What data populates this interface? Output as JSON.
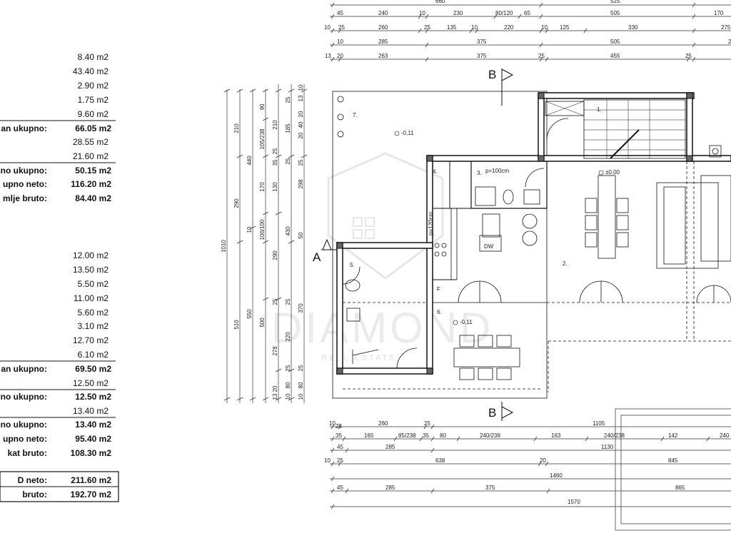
{
  "area_table": {
    "group1_rows": [
      "8.40 m2",
      "43.40 m2",
      "2.90 m2",
      "1.75 m2",
      "9.60 m2"
    ],
    "group1_total_label": "an ukupno:",
    "group1_total_value": "66.05 m2",
    "group2_rows": [
      "28.55 m2",
      "21.60 m2"
    ],
    "group2_total_label": "no ukupno:",
    "group2_total_value": "50.15 m2",
    "floor_neto_label": "upno neto:",
    "floor_neto_value": "116.20 m2",
    "floor_bruto_label": "mlje bruto:",
    "floor_bruto_value": "84.40 m2",
    "group3_rows": [
      "12.00 m2",
      "13.50 m2",
      "5.50 m2",
      "11.00 m2",
      "5.60 m2",
      "3.10 m2",
      "12.70 m2",
      "6.10 m2"
    ],
    "group3_total_label": "an ukupno:",
    "group3_total_value": "69.50 m2",
    "group4_rows": [
      "12.50 m2"
    ],
    "group4_total_label": "no ukupno:",
    "group4_total_value": "12.50 m2",
    "group5_rows": [
      "13.40 m2"
    ],
    "group5_total_label": "no ukupno:",
    "group5_total_value": "13.40 m2",
    "upper_neto_label": "upno neto:",
    "upper_neto_value": "95.40 m2",
    "upper_bruto_label": "kat bruto:",
    "upper_bruto_value": "108.30 m2",
    "grand_neto_label": "D      neto:",
    "grand_neto_value": "211.60 m2",
    "grand_bruto_label": "bruto:",
    "grand_bruto_value": "192.70 m2"
  },
  "top_dims": {
    "row0": [
      "660",
      "525"
    ],
    "row1": [
      "45",
      "240",
      "10",
      "230",
      "80/120",
      "65",
      "505",
      "170"
    ],
    "row2": [
      "10",
      "25",
      "260",
      "25",
      "135",
      "10",
      "220",
      "10",
      "125",
      "330",
      "275"
    ],
    "row3": [
      "10",
      "285",
      "375",
      "505",
      "2"
    ],
    "row4": [
      "13",
      "20",
      "263",
      "375",
      "25",
      "455",
      "25"
    ]
  },
  "bottom_dims": {
    "row1": [
      "10",
      "25",
      "260",
      "25",
      "1105"
    ],
    "row2": [
      "35",
      "165",
      "85/238",
      "35",
      "80",
      "240/238",
      "163",
      "240/238",
      "142",
      "240"
    ],
    "row3": [
      "45",
      "285",
      "1130"
    ],
    "row4": [
      "10",
      "25",
      "638",
      "20",
      "845"
    ],
    "row5": [
      "1460"
    ],
    "row6": [
      "45",
      "285",
      "375",
      "865"
    ],
    "row7": [
      "1570"
    ]
  },
  "vertical_dims": {
    "col1": [
      "1010"
    ],
    "col2": [
      "210",
      "290",
      "510"
    ],
    "col3": [
      "440",
      "10",
      "550"
    ],
    "col4": [
      "90",
      "105/238",
      "170",
      "100/100",
      "500",
      "278",
      "13",
      "20"
    ],
    "col5": [
      "210",
      "35",
      "25",
      "130",
      "290",
      "25",
      "25",
      "220",
      "25",
      "25",
      "10",
      "80"
    ],
    "col6": [
      "185",
      "25",
      "298",
      "430",
      "50",
      "370",
      "25",
      "80",
      "10"
    ],
    "col7": [
      "25",
      "10",
      "20",
      "40",
      "20",
      "13"
    ]
  },
  "plan_labels": {
    "section_top": "B",
    "section_bottom": "B",
    "section_left": "A",
    "room1": "1.",
    "room2": "2.",
    "room3": "3.",
    "room4": "4.",
    "room5": "5.",
    "room6": "6.",
    "room7": "7.",
    "level_terrace": "-0,11",
    "level_main": "±0,00",
    "level_terrace2": "-0,11",
    "p100_a": "p=100cm",
    "p100_b": "p=120cm",
    "dw": "DW",
    "fridge": "F"
  },
  "watermark": {
    "text": "DIAMOND",
    "subtext": "REAL ESTATE"
  }
}
